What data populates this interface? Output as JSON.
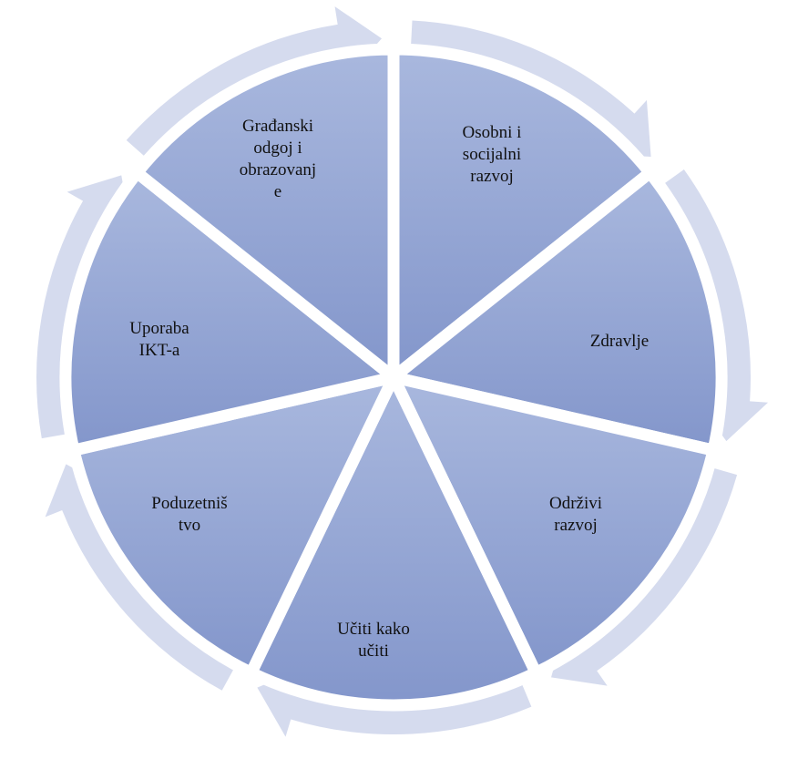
{
  "diagram": {
    "type": "cycle",
    "direction": "clockwise",
    "segments": [
      {
        "label": "Osobni i\nsocijalni\nrazvoj"
      },
      {
        "label": "Zdravlje"
      },
      {
        "label": "Održivi\nrazvoj"
      },
      {
        "label": "Učiti kako\nučiti"
      },
      {
        "label": "Poduzetniš\ntvo"
      },
      {
        "label": "Uporaba\nIKT-a"
      },
      {
        "label": "Građanski\nodgoj i\nobrazovanj\ne"
      }
    ],
    "colors": {
      "segment_light": "#a9b8de",
      "segment_dark": "#8396cb",
      "arrow_ring": "#d5dbee"
    }
  }
}
